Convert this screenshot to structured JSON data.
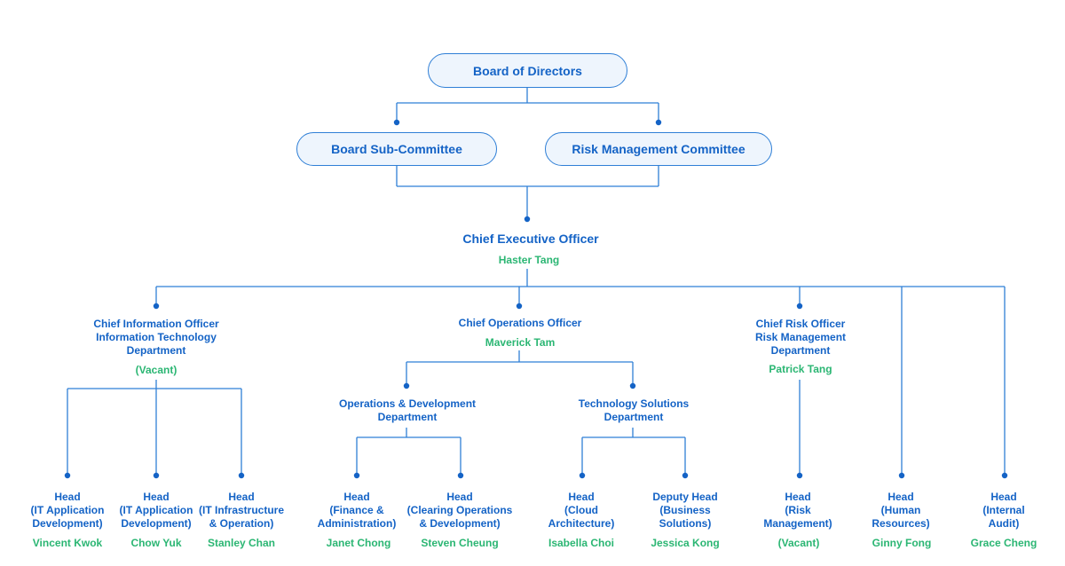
{
  "board": "Board of Directors",
  "sub_committee": "Board Sub-Committee",
  "risk_committee": "Risk Management Committee",
  "ceo": {
    "title": "Chief Executive Officer",
    "name": "Haster Tang"
  },
  "cio": {
    "lines": [
      "Chief Information Officer",
      "Information Technology",
      "Department"
    ],
    "name": "(Vacant)"
  },
  "coo": {
    "title": "Chief Operations Officer",
    "name": "Maverick Tam"
  },
  "cro": {
    "lines": [
      "Chief Risk Officer",
      "Risk Management",
      "Department"
    ],
    "name": "Patrick Tang"
  },
  "ops_dev": {
    "lines": [
      "Operations & Development",
      "Department"
    ]
  },
  "tech_sol": {
    "lines": [
      "Technology Solutions",
      "Department"
    ]
  },
  "heads": [
    {
      "lines": [
        "Head",
        "(IT Application",
        "Development)"
      ],
      "name": "Vincent Kwok"
    },
    {
      "lines": [
        "Head",
        "(IT Application",
        "Development)"
      ],
      "name": "Chow Yuk"
    },
    {
      "lines": [
        "Head",
        "(IT Infrastructure",
        "& Operation)"
      ],
      "name": "Stanley Chan"
    },
    {
      "lines": [
        "Head",
        "(Finance &",
        "Administration)"
      ],
      "name": "Janet Chong"
    },
    {
      "lines": [
        "Head",
        "(Clearing Operations",
        "& Development)"
      ],
      "name": "Steven Cheung"
    },
    {
      "lines": [
        "Head",
        "(Cloud",
        "Architecture)"
      ],
      "name": "Isabella Choi"
    },
    {
      "lines": [
        "Deputy Head",
        "(Business",
        "Solutions)"
      ],
      "name": "Jessica Kong"
    },
    {
      "lines": [
        "Head",
        "(Risk",
        "Management)"
      ],
      "name": "(Vacant)"
    },
    {
      "lines": [
        "Head",
        "(Human",
        "Resources)"
      ],
      "name": "Ginny Fong"
    },
    {
      "lines": [
        "Head",
        "(Internal",
        "Audit)"
      ],
      "name": "Grace Cheng"
    }
  ],
  "colors": {
    "line": "#2f7fd6",
    "title": "#1463c6",
    "name": "#2bb673",
    "pill_fill": "#eef5fd"
  }
}
